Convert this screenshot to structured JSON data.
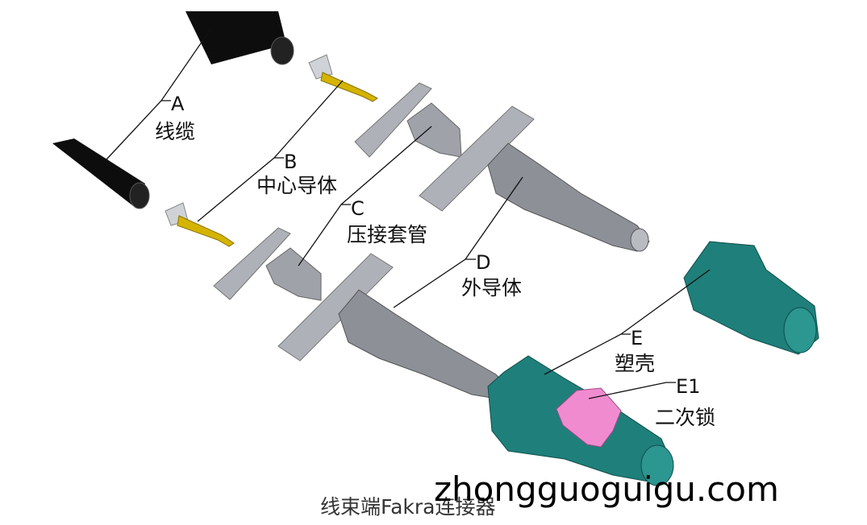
{
  "labels": {
    "A": {
      "code": "A",
      "name": "线缆"
    },
    "B": {
      "code": "B",
      "name": "中心导体"
    },
    "C": {
      "code": "C",
      "name": "压接套管"
    },
    "D": {
      "code": "D",
      "name": "外导体"
    },
    "E": {
      "code": "E",
      "name": "塑壳"
    },
    "E1": {
      "code": "E1",
      "name": "二次锁"
    }
  },
  "caption": "线束端Fakra连接器",
  "watermark": "zhongguoguigu.com",
  "colors": {
    "cable": "#111111",
    "pin": "#d4b400",
    "metal": "#a9acb3",
    "housing": "#1f7f7a",
    "lock": "#f08bd0"
  }
}
